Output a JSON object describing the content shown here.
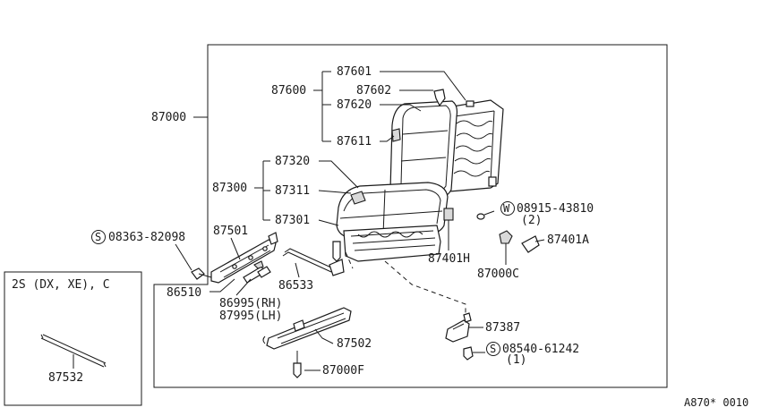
{
  "diagram_code": "A870* 0010",
  "inset_title": "2S (DX, XE), C",
  "parts": {
    "p87000": "87000",
    "p87600": "87600",
    "p87601": "87601",
    "p87602": "87602",
    "p87620": "87620",
    "p87611": "87611",
    "p87300": "87300",
    "p87320": "87320",
    "p87311": "87311",
    "p87301": "87301",
    "p87501": "87501",
    "p86510": "86510",
    "p86533": "86533",
    "p86995": "86995(RH)",
    "p87995": "87995(LH)",
    "p87502": "87502",
    "p87000f": "87000F",
    "p87387": "87387",
    "p87401h": "87401H",
    "p87000c": "87000C",
    "p87401a": "87401A",
    "p87532": "87532"
  },
  "bolts": {
    "w_code": "08915-43810",
    "w_qty": "(2)",
    "s1_code": "08363-82098",
    "s2_code": "08540-61242",
    "s2_qty": "(1)",
    "w_symbol": "W",
    "s_symbol": "S"
  }
}
